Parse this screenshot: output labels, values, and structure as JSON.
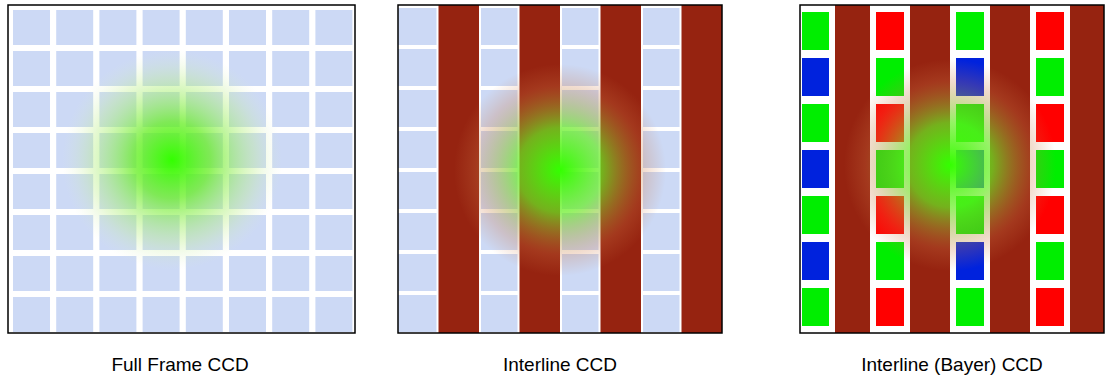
{
  "diagram": {
    "labels": [
      "Full Frame CCD",
      "Interline CCD",
      "Interline (Bayer) CCD"
    ]
  }
}
